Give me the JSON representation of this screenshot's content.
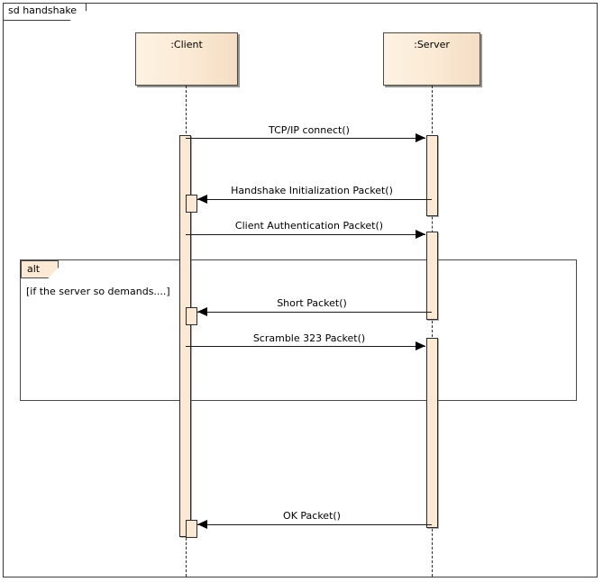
{
  "diagram": {
    "kind_label": "sd handshake",
    "type": "uml-sequence-diagram",
    "colors": {
      "frame_border": "#3a3a3a",
      "lifeline_fill": "#fbe9d3",
      "lifeline_border": "#4a4a42",
      "activation_fill": "#fbe9d3",
      "activation_border": "#2b2b2b",
      "message_line": "#1a1a1a",
      "fragment_border": "#4a4a4a",
      "background": "#ffffff"
    }
  },
  "lifelines": [
    {
      "id": "client",
      "label": ":Client"
    },
    {
      "id": "server",
      "label": ":Server"
    }
  ],
  "messages": [
    {
      "index": 1,
      "label": "TCP/IP connect()",
      "from": "client",
      "to": "server",
      "direction": "right"
    },
    {
      "index": 2,
      "label": "Handshake Initialization Packet()",
      "from": "server",
      "to": "client",
      "direction": "left"
    },
    {
      "index": 3,
      "label": "Client Authentication Packet()",
      "from": "client",
      "to": "server",
      "direction": "right"
    },
    {
      "index": 4,
      "label": "Short Packet()",
      "from": "server",
      "to": "client",
      "direction": "left"
    },
    {
      "index": 5,
      "label": "Scramble 323 Packet()",
      "from": "client",
      "to": "server",
      "direction": "right"
    },
    {
      "index": 6,
      "label": "OK Packet()",
      "from": "server",
      "to": "client",
      "direction": "left"
    }
  ],
  "fragments": [
    {
      "id": "alt-1",
      "operator": "alt",
      "guard": "[if the server so demands....]"
    }
  ]
}
